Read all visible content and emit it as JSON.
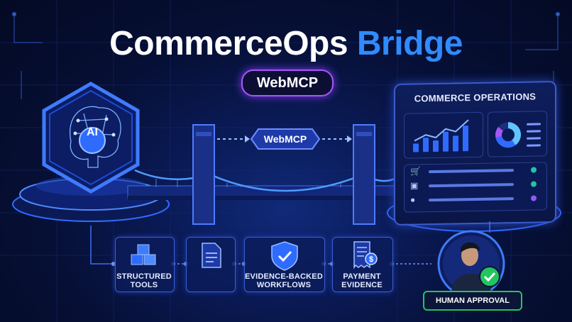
{
  "title": {
    "part1": "CommerceOps",
    "part2": "Bridge"
  },
  "badge": {
    "label": "WebMCP"
  },
  "ai_node": {
    "label": "AI"
  },
  "bridge": {
    "tag": "WebMCP"
  },
  "panel": {
    "title": "COMMERCE OPERATIONS",
    "list_icons": [
      "cart-icon",
      "box-icon",
      "user-icon"
    ],
    "status_colors": [
      "#22c3a6",
      "#22c3a6",
      "#8b5cf6"
    ]
  },
  "features": [
    {
      "icon": "cubes-icon",
      "line1": "STRUCTURED",
      "line2": "TOOLS"
    },
    {
      "icon": "document-icon",
      "line1": "",
      "line2": ""
    },
    {
      "icon": "shield-check-icon",
      "line1": "EVIDENCE-BACKED",
      "line2": "WORKFLOWS"
    },
    {
      "icon": "receipt-dollar-icon",
      "line1": "PAYMENT",
      "line2": "EVIDENCE"
    }
  ],
  "approval": {
    "label": "HUMAN APPROVAL",
    "icon": "check-circle-icon"
  },
  "colors": {
    "brand_blue": "#2f8bff",
    "accent_purple": "#a855f7",
    "approve_green": "#22c55e",
    "background": "#050b26"
  }
}
